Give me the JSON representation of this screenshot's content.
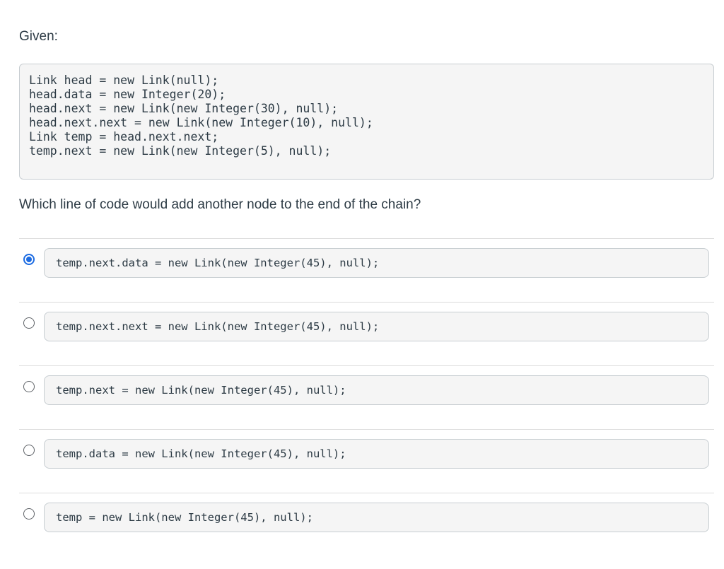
{
  "given_label": "Given:",
  "code_block": {
    "lines": [
      "Link head = new Link(null);",
      "head.data = new Integer(20);",
      "head.next = new Link(new Integer(30), null);",
      "head.next.next = new Link(new Integer(10), null);",
      "Link temp = head.next.next;",
      "temp.next = new Link(new Integer(5), null);"
    ]
  },
  "question": "Which line of code would add another node to the end of the chain?",
  "options": [
    {
      "code": "temp.next.data = new Link(new Integer(45), null);",
      "selected": true
    },
    {
      "code": "temp.next.next = new Link(new Integer(45), null);",
      "selected": false
    },
    {
      "code": "temp.next = new Link(new Integer(45), null);",
      "selected": false
    },
    {
      "code": "temp.data = new Link(new Integer(45), null);",
      "selected": false
    },
    {
      "code": "temp = new Link(new Integer(45), null);",
      "selected": false
    }
  ],
  "colors": {
    "text": "#2d3b45",
    "box_bg": "#f5f5f5",
    "box_border": "#c7cdd1",
    "divider": "#dcdcdc",
    "radio_selected": "#1d6ce2",
    "radio_unselected": "#5f6368",
    "page_bg": "#ffffff"
  }
}
